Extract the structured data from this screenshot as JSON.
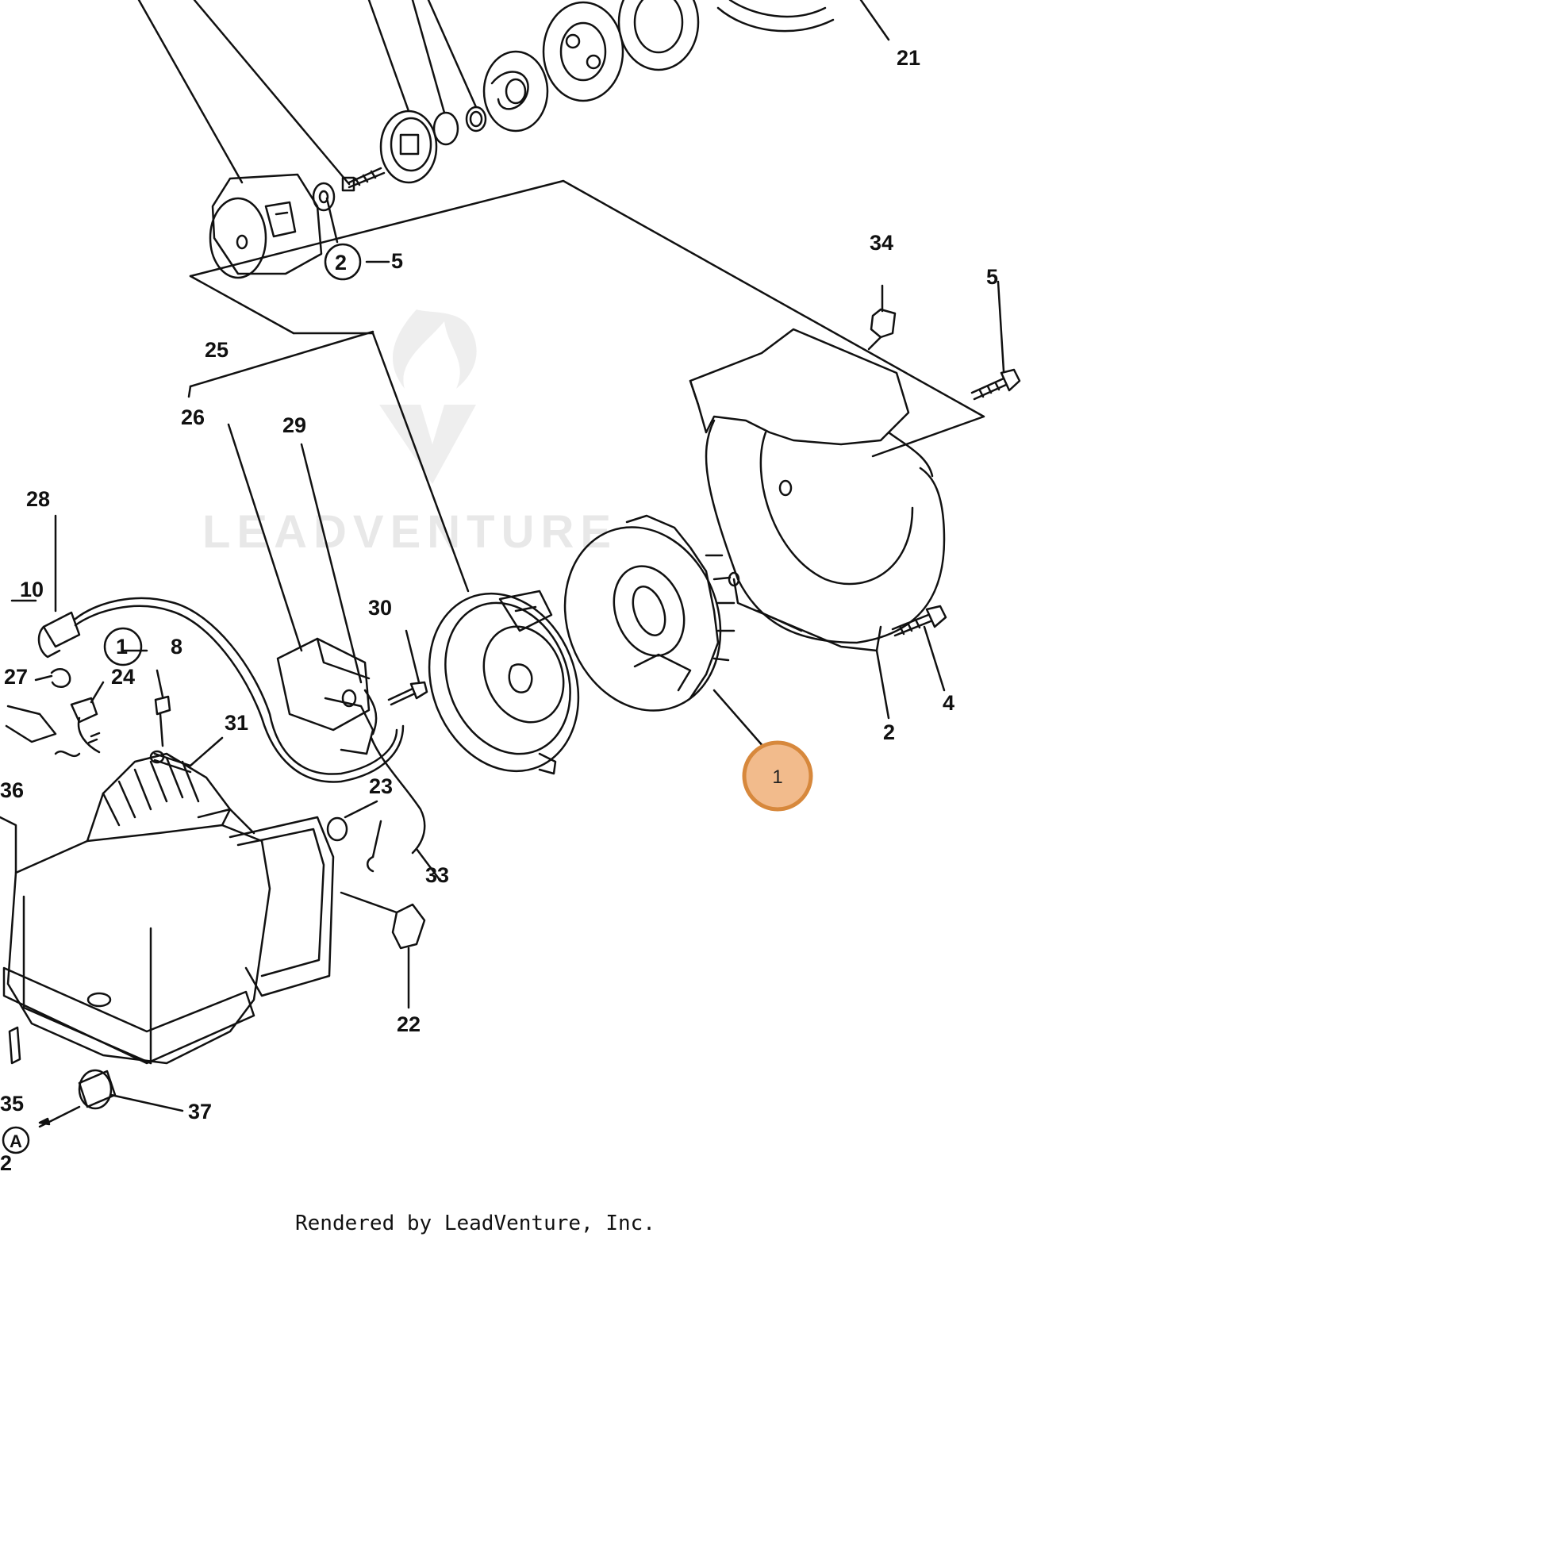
{
  "diagram": {
    "callouts": [
      {
        "id": "21",
        "text": "21"
      },
      {
        "id": "2a",
        "text": "2"
      },
      {
        "id": "5a",
        "text": "5"
      },
      {
        "id": "34",
        "text": "34"
      },
      {
        "id": "5b",
        "text": "5"
      },
      {
        "id": "25",
        "text": "25"
      },
      {
        "id": "26",
        "text": "26"
      },
      {
        "id": "29",
        "text": "29"
      },
      {
        "id": "28",
        "text": "28"
      },
      {
        "id": "10",
        "text": "10"
      },
      {
        "id": "30",
        "text": "30"
      },
      {
        "id": "1a",
        "text": "1"
      },
      {
        "id": "8",
        "text": "8"
      },
      {
        "id": "27",
        "text": "27"
      },
      {
        "id": "24",
        "text": "24"
      },
      {
        "id": "31",
        "text": "31"
      },
      {
        "id": "36",
        "text": "36"
      },
      {
        "id": "23",
        "text": "23"
      },
      {
        "id": "33",
        "text": "33"
      },
      {
        "id": "22",
        "text": "22"
      },
      {
        "id": "35",
        "text": "35"
      },
      {
        "id": "37",
        "text": "37"
      },
      {
        "id": "A",
        "text": "A"
      },
      {
        "id": "2b",
        "text": "2"
      },
      {
        "id": "4",
        "text": "4"
      },
      {
        "id": "2c",
        "text": "2"
      }
    ],
    "highlight": {
      "text": "1",
      "color": "#f2bb8c",
      "border": "#d7883c"
    },
    "credit": "Rendered by LeadVenture, Inc.",
    "watermark": "LEADVENTURE"
  }
}
